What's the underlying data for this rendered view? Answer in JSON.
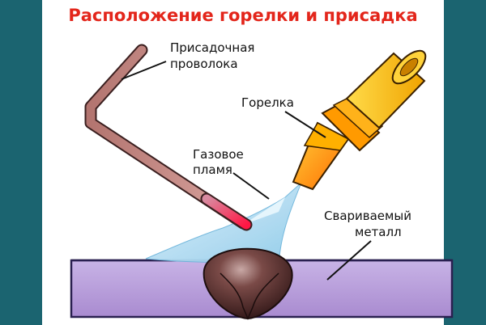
{
  "title": "Расположение горелки и присадка",
  "labels": {
    "filler_line1": "Присадочная",
    "filler_line2": "проволока",
    "torch": "Горелка",
    "flame_line1": "Газовое",
    "flame_line2": "пламя",
    "metal_line1": "Свариваемый",
    "metal_line2": "металл"
  },
  "colors": {
    "background": "#1f6f7c",
    "panel": "#ffffff",
    "title": "#e3261b",
    "metal": "#b39ad6",
    "weld": "#4e2b2a",
    "flame": "#a9d8ef",
    "torch_body": "#ffc21a",
    "nozzle": "#ff8a00",
    "wire": "#c98b86",
    "wire_hot": "#e8164a"
  },
  "icons": {
    "torch": "welding-torch-icon",
    "wire": "filler-wire-icon",
    "weld": "weld-bead-icon"
  }
}
